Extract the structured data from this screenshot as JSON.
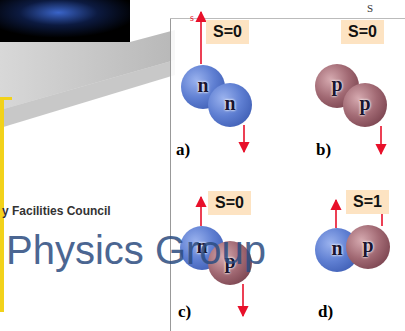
{
  "diagram": {
    "nodes": [
      {
        "text": [
          "S=0"
        ]
      },
      {
        "text": [
          "n"
        ]
      },
      {
        "text": [
          "n"
        ]
      },
      {
        "text": [
          "S=0"
        ]
      },
      {
        "text": [
          "p"
        ]
      },
      {
        "text": [
          "p"
        ]
      },
      {
        "text": [
          "S=0"
        ]
      },
      {
        "text": [
          "n"
        ]
      },
      {
        "text": [
          "p"
        ]
      },
      {
        "text": [
          "S=1"
        ]
      },
      {
        "text": [
          "n"
        ]
      },
      {
        "text": [
          "p"
        ]
      }
    ],
    "labels": [
      "S",
      "s",
      "a)",
      "b)",
      "y Facilities Council",
      "Physics Group",
      "c)",
      "d)"
    ]
  }
}
